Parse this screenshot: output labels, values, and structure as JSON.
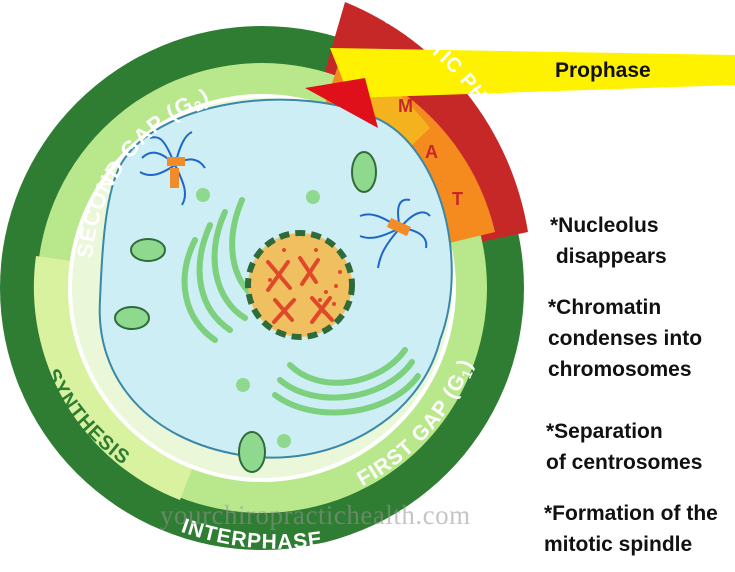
{
  "diagram": {
    "ring_labels": {
      "second_gap": "SECOND GAP (G",
      "second_gap_sub": "2",
      "first_gap": "FIRST GAP (G",
      "first_gap_sub": "1",
      "synthesis": "SYNTHESIS",
      "interphase": "INTERPHASE",
      "mitotic_phase": "MITOTIC PHASE",
      "close_paren": ")"
    },
    "mitosis_stages": [
      "M",
      "A",
      "T"
    ],
    "pointer_label": "Prophase",
    "notes": [
      "*Nucleolus\n disappears",
      "*Chromatin\ncondenses into\nchromosomes",
      "*Separation\nof centrosomes",
      "*Formation of the\nmitotic spindle"
    ],
    "watermark": "yourchiropractichealth.com"
  },
  "colors": {
    "interphase_ring": "#2e7d32",
    "inner_ring": "#b9e88c",
    "synthesis_ring": "#d8f2a0",
    "mitotic_ring": "#c62828",
    "arrow_band": "#fff200",
    "cytoplasm": "#cdeef4",
    "nucleus": "#f0c060",
    "organelle": "#8fd98f",
    "chromosome": "#e0482a",
    "spindle": "#1e66c8",
    "centrosome": "#f28c28"
  }
}
